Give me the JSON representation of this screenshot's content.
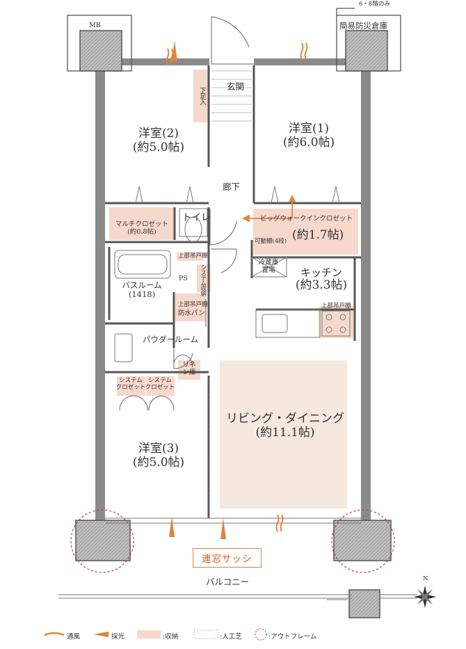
{
  "header": {
    "floor_note": "6・8階のみ",
    "mb": "MB",
    "storage": "簡易防災倉庫"
  },
  "rooms": {
    "genkan": "玄関",
    "shoe": "下足入",
    "west1_name": "洋室(1)",
    "west1_size": "(約6.0帖)",
    "west2_name": "洋室(2)",
    "west2_size": "(約5.0帖)",
    "west3_name": "洋室(3)",
    "west3_size": "(約5.0帖)",
    "hall": "廊下",
    "toilet": "トイレ",
    "multi_closet": "マルチクロゼット",
    "multi_closet_size": "(約0.8帖)",
    "walk_in": "ビッグウォークインクロゼット",
    "walk_in_size": "(約1.7帖)",
    "shelf": "可動棚(4段)",
    "fridge": "冷蔵庫置場",
    "kitchen_name": "キッチン",
    "kitchen_size": "(約3.3帖)",
    "upper_cabinet": "上部吊戸棚",
    "upper_cabinet_2": "上部吊戸棚",
    "upper_cabinet_3": "上部吊戸棚",
    "ps": "PS",
    "sys_storage": "システム収納",
    "bath": "バスルーム",
    "bath_size": "(1418)",
    "waterproof_pan": "防水パン",
    "powder": "パウダールーム",
    "linen": "リネン庫",
    "sys_closet_1a": "システム",
    "sys_closet_1b": "クロゼット",
    "sys_closet_2a": "システム",
    "sys_closet_2b": "クロゼット",
    "living_name": "リビング・ダイニング",
    "living_size": "(約11.1帖)",
    "sash": "連窓サッシ",
    "balcony": "バルコニー"
  },
  "compass": "N",
  "legend": {
    "wind": "通風",
    "light": "採光",
    "storage": ":収納",
    "turf": ":人工芝",
    "outframe": ":アウトフレーム"
  },
  "colors": {
    "storage": "#f6d9cc",
    "living": "#f4e8df",
    "accent": "#e0843c",
    "wall": "#8a8a8a",
    "wall_dark": "#555555",
    "outframe": "#b0305a"
  }
}
